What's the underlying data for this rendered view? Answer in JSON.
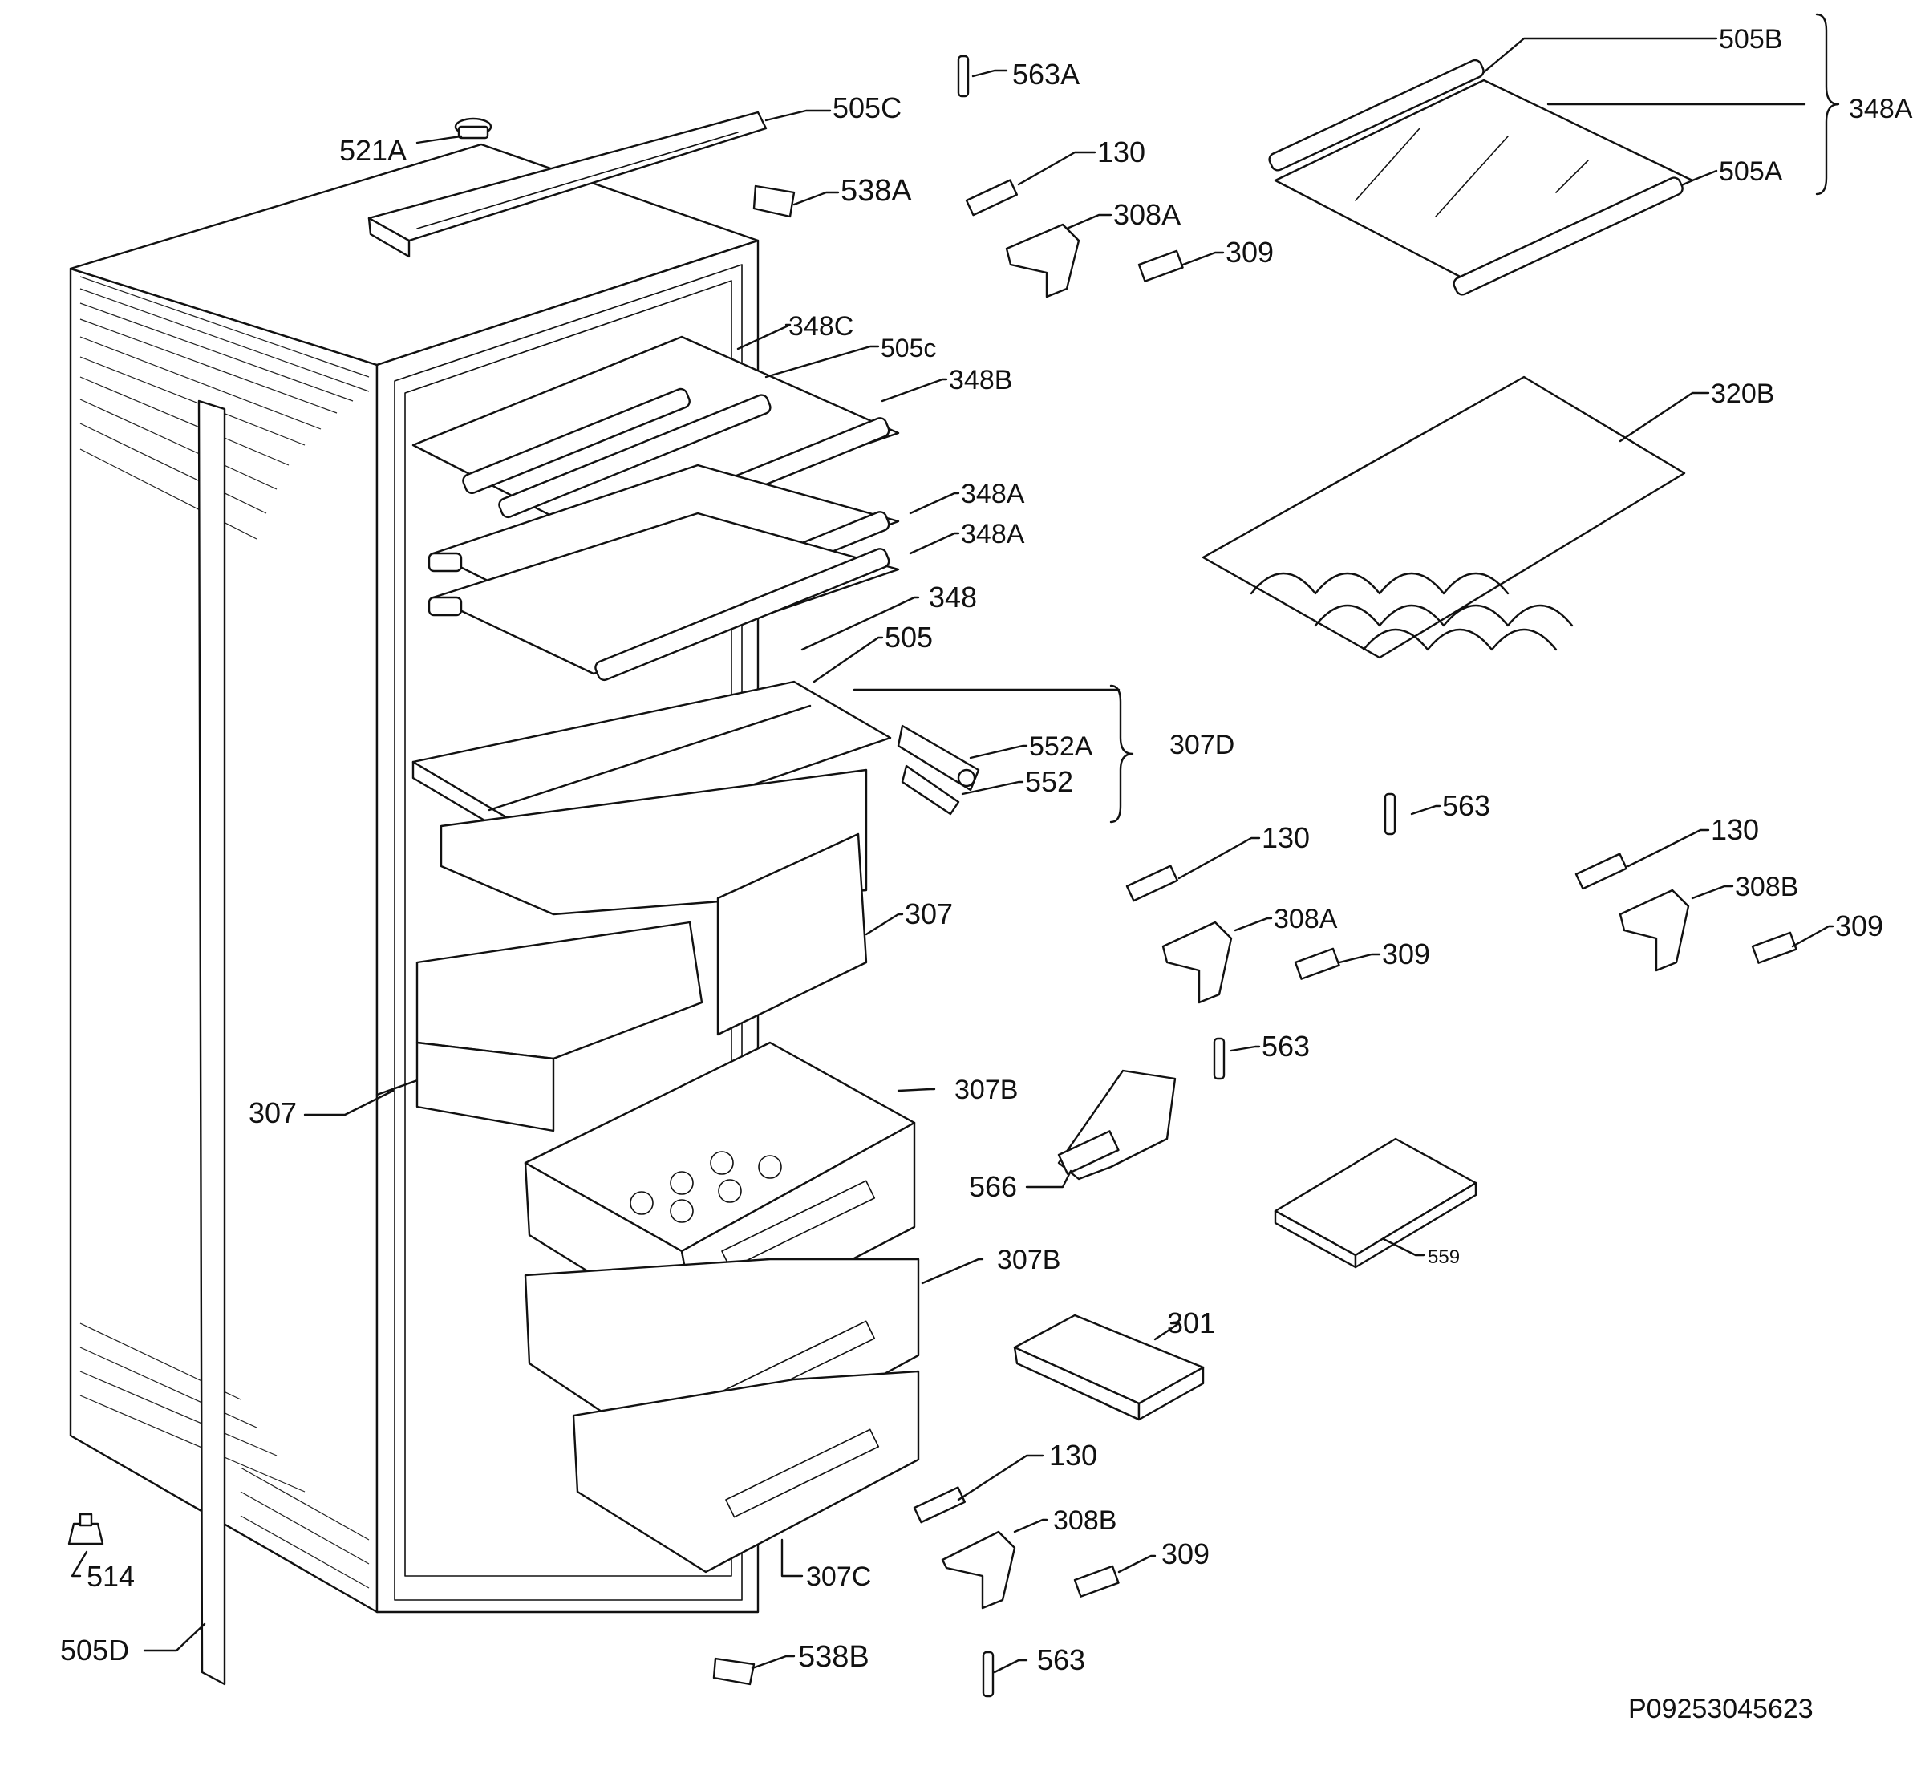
{
  "diagram": {
    "labels": {
      "l_563A_top": "563A",
      "l_505C_top": "505C",
      "l_521A": "521A",
      "l_538A": "538A",
      "l_130_top": "130",
      "l_308A_top": "308A",
      "l_309_top": "309",
      "l_505B": "505B",
      "l_348A_brace": "348A",
      "l_505A": "505A",
      "l_348C": "348C",
      "l_505c_mid": "505c",
      "l_348B": "348B",
      "l_348A_1": "348A",
      "l_348A_2": "348A",
      "l_348": "348",
      "l_505": "505",
      "l_320B": "320B",
      "l_552A": "552A",
      "l_552": "552",
      "l_307D": "307D",
      "l_563_mid": "563",
      "l_130_mid": "130",
      "l_130_right": "130",
      "l_308A_mid": "308A",
      "l_308B_right": "308B",
      "l_309_mid": "309",
      "l_309_right": "309",
      "l_307_right": "307",
      "l_563_low": "563",
      "l_307_left": "307",
      "l_307B_1": "307B",
      "l_566": "566",
      "l_559": "559",
      "l_307B_2": "307B",
      "l_301": "301",
      "l_130_low": "130",
      "l_308B_low": "308B",
      "l_309_low": "309",
      "l_514": "514",
      "l_307C": "307C",
      "l_505D": "505D",
      "l_538B": "538B",
      "l_563_bottom": "563",
      "drawing_number": "P09253045623"
    }
  }
}
